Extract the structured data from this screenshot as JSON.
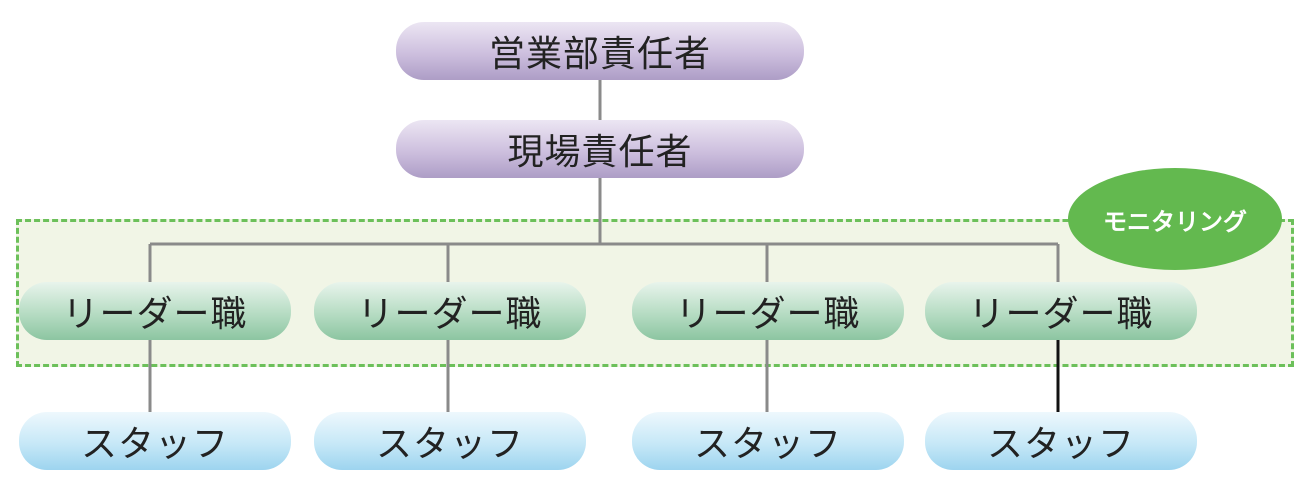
{
  "diagram": {
    "top_role": "営業部責任者",
    "manager": "現場責任者",
    "monitoring_label": "モニタリング",
    "leaders": [
      "リーダー職",
      "リーダー職",
      "リーダー職",
      "リーダー職"
    ],
    "staff": [
      "スタッフ",
      "スタッフ",
      "スタッフ",
      "スタッフ"
    ]
  },
  "colors": {
    "exec_node": "#cdbfde",
    "leader_node": "#b6dcc3",
    "staff_node": "#c6e8f7",
    "monitoring_zone_fill": "#f1f5e6",
    "monitoring_zone_border": "#6cc05a",
    "monitoring_badge": "#63b94f",
    "connector": "#8a8a8a"
  }
}
